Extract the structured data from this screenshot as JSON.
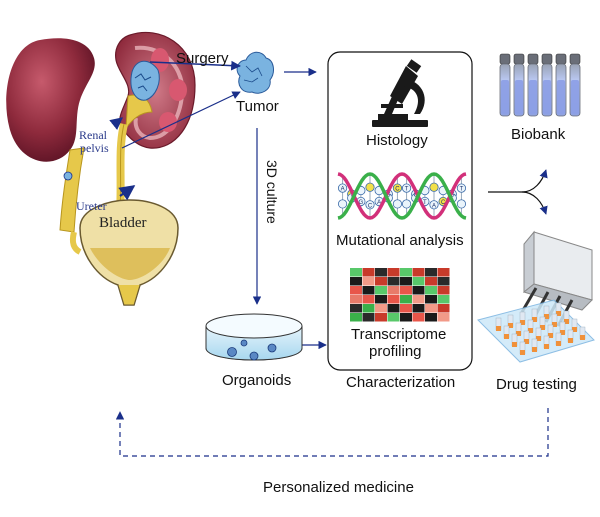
{
  "labels": {
    "surgery": "Surgery",
    "tumor": "Tumor",
    "renal_pelvis_line1": "Renal",
    "renal_pelvis_line2": "pelvis",
    "ureter": "Ureter",
    "bladder": "Bladder",
    "culture": "3D culture",
    "organoids": "Organoids",
    "histology": "Histology",
    "mutational": "Mutational analysis",
    "transcriptome_line1": "Transcriptome",
    "transcriptome_line2": "profiling",
    "characterization": "Characterization",
    "biobank": "Biobank",
    "drug_testing": "Drug testing",
    "personalized": "Personalized medicine"
  },
  "colors": {
    "arrow": "#1a2f8a",
    "kidney": "#8e2a3c",
    "tumor": "#7ab3e0",
    "bladder": "#e8d48a",
    "ureter": "#e6c84a"
  },
  "dna_letters": [
    "A",
    "T",
    "G",
    "C",
    "A",
    "G",
    "C",
    "T",
    "C",
    "T",
    "A",
    "C",
    "G",
    "T"
  ],
  "heatmap": [
    [
      2,
      1,
      0,
      1,
      2,
      1,
      0,
      1
    ],
    [
      0,
      3,
      1,
      0,
      0,
      2,
      1,
      0
    ],
    [
      1,
      0,
      2,
      3,
      1,
      0,
      2,
      1
    ],
    [
      3,
      1,
      0,
      1,
      2,
      3,
      0,
      2
    ],
    [
      0,
      2,
      3,
      0,
      1,
      0,
      3,
      1
    ],
    [
      2,
      0,
      1,
      2,
      0,
      1,
      0,
      3
    ]
  ]
}
